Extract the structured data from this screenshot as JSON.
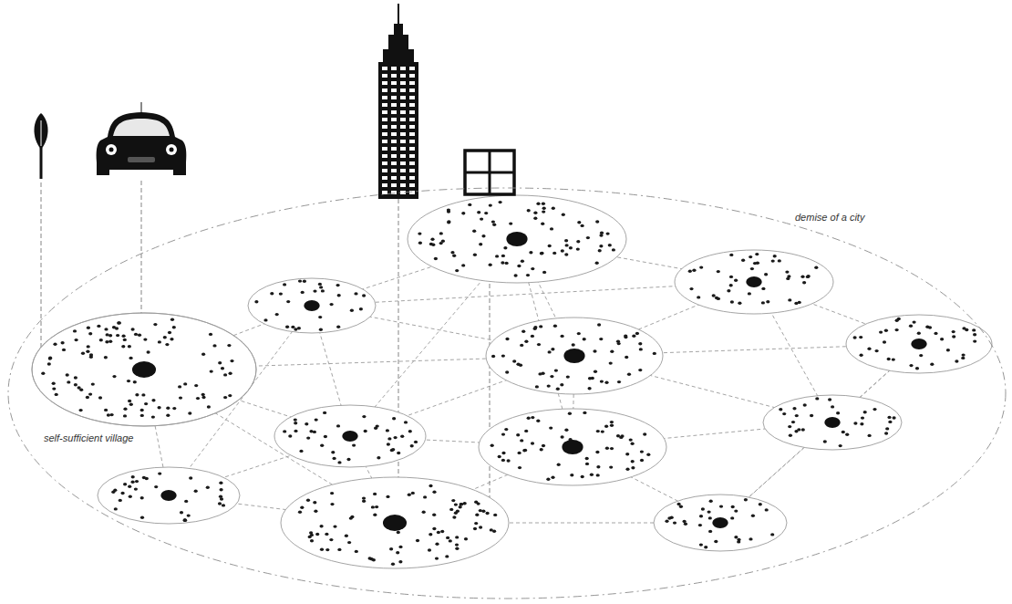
{
  "diagram": {
    "nodes": [
      {
        "text": [
          "demise of a city"
        ]
      },
      {
        "text": [
          "self-sufficient village"
        ],
        "in": 0
      }
    ]
  }
}
